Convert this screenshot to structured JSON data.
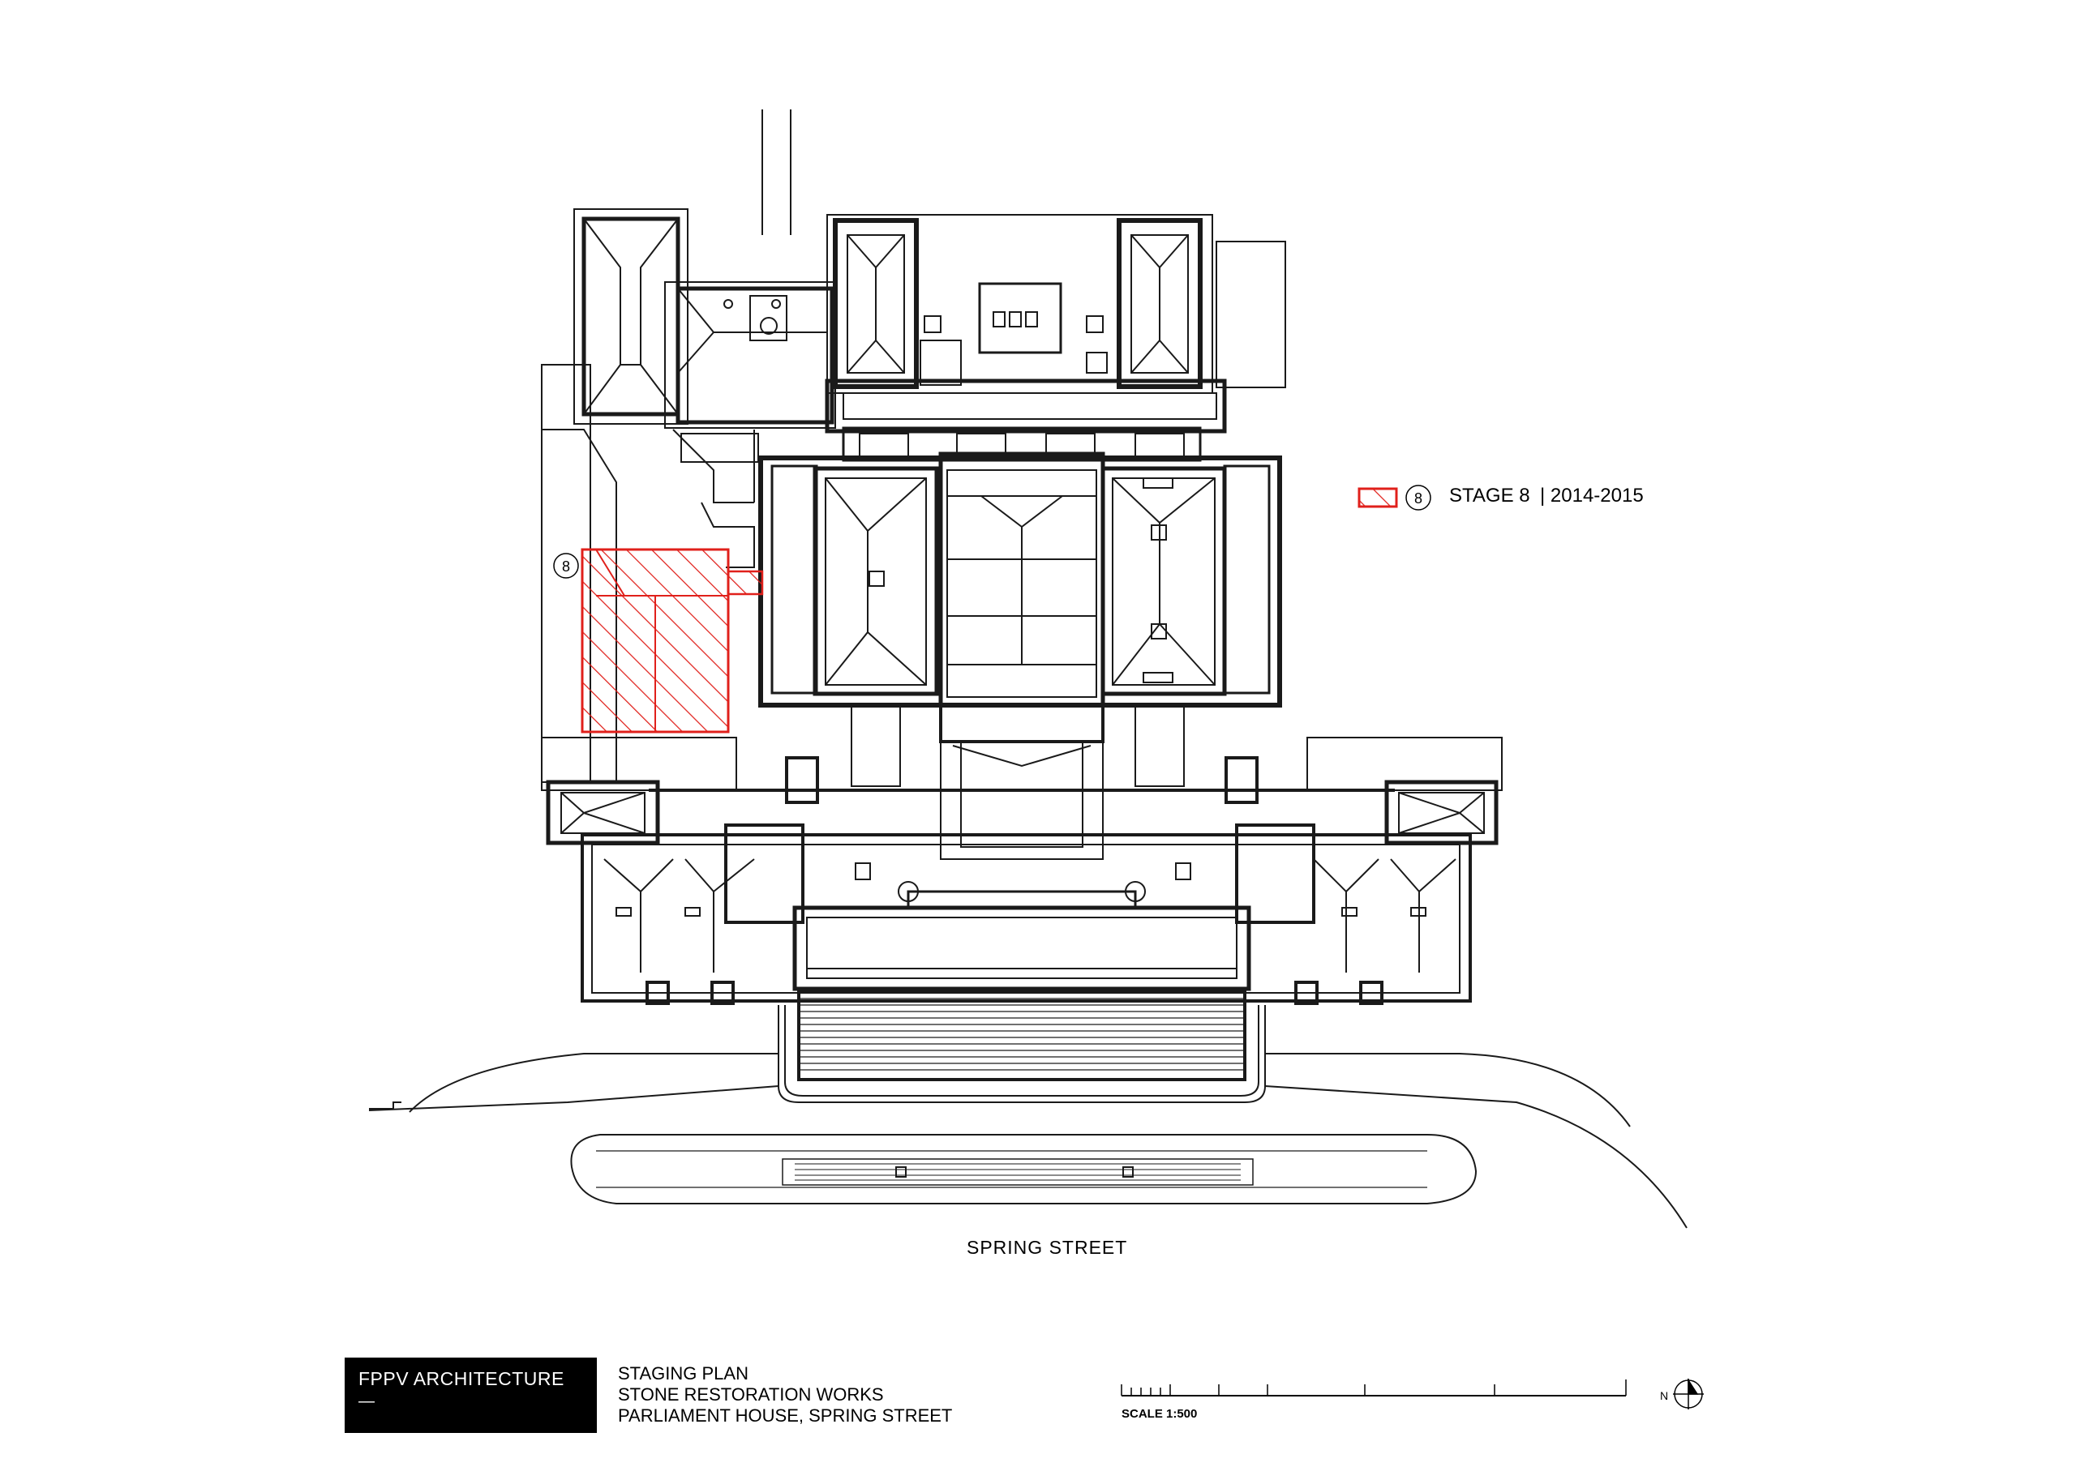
{
  "legend": {
    "swatch_color": "#e0201b",
    "marker": "8",
    "stage_label": "STAGE 8",
    "years": "| 2014-2015"
  },
  "plan": {
    "zone_marker": "8",
    "zone_color": "#e0201b",
    "line_color": "#1a1a1a"
  },
  "street_label": "SPRING STREET",
  "title_block": {
    "firm": "FPPV  ARCHITECTURE",
    "firm_mark": "—",
    "lines": [
      "STAGING PLAN",
      "STONE RESTORATION WORKS",
      "PARLIAMENT HOUSE, SPRING STREET"
    ],
    "scale": "SCALE 1:500",
    "north": "N"
  }
}
